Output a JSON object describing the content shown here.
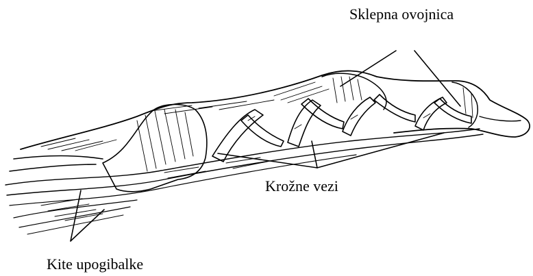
{
  "labels": {
    "capsule": "Sklepna ovojnica",
    "annular": "Krožne vezi",
    "flexor": "Kite upogibalke"
  },
  "colors": {
    "ink": "#000000",
    "background": "#ffffff"
  }
}
